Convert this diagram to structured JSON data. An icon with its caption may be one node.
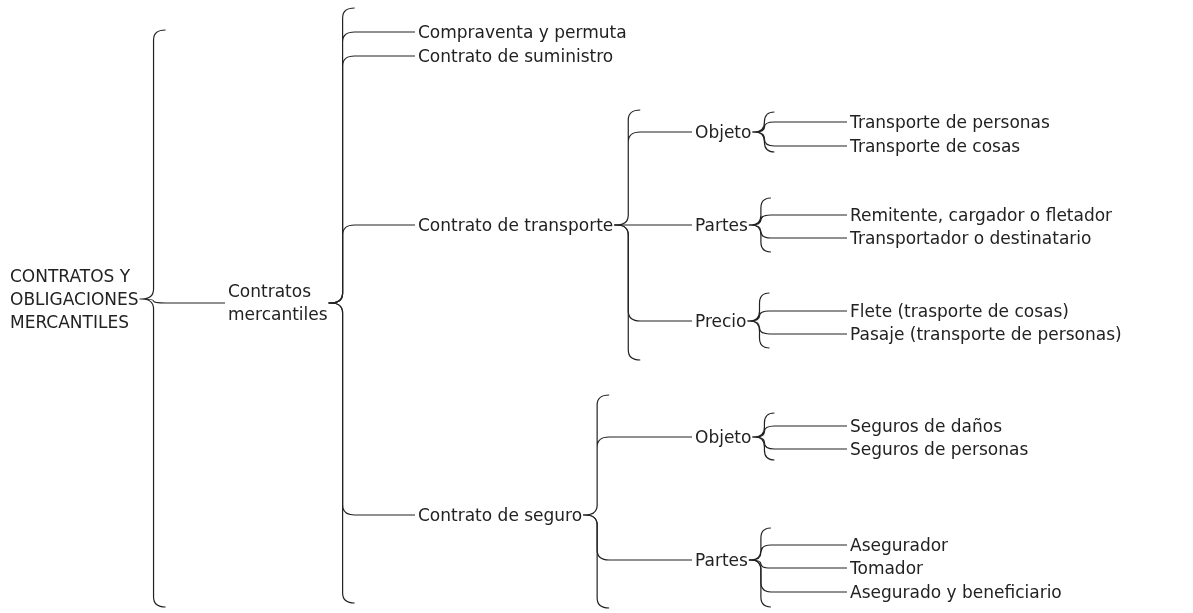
{
  "diagram": {
    "nodes": [
      {
        "text": [
          "CONTRATOS Y OBLIGACIONES MERCANTILES"
        ]
      },
      {
        "text": [
          "Contratos mercantiles"
        ]
      },
      {
        "text": [
          "Compraventa y permuta"
        ]
      },
      {
        "text": [
          "Contrato de suministro"
        ]
      },
      {
        "text": [
          "Contrato de transporte"
        ]
      },
      {
        "text": [
          "Objeto"
        ]
      },
      {
        "text": [
          "Transporte de personas"
        ]
      },
      {
        "text": [
          "Transporte de cosas"
        ]
      },
      {
        "text": [
          "Partes"
        ]
      },
      {
        "text": [
          "Remitente, cargador o fletador"
        ]
      },
      {
        "text": [
          "Transportador o destinatario"
        ]
      },
      {
        "text": [
          "Precio"
        ]
      },
      {
        "text": [
          "Flete (trasporte de cosas)"
        ]
      },
      {
        "text": [
          "Pasaje (transporte de personas)"
        ]
      },
      {
        "text": [
          "Contrato de seguro"
        ]
      },
      {
        "text": [
          "Objeto"
        ]
      },
      {
        "text": [
          "Seguros de daños"
        ]
      },
      {
        "text": [
          "Seguros de personas"
        ]
      },
      {
        "text": [
          "Partes"
        ]
      },
      {
        "text": [
          "Asegurador"
        ]
      },
      {
        "text": [
          "Tomador"
        ]
      },
      {
        "text": [
          "Asegurado y beneficiario"
        ]
      }
    ],
    "edges": [
      {
        "from": 0,
        "to": 1,
        "arrow": "none"
      },
      {
        "from": 1,
        "to": 2,
        "arrow": "none"
      },
      {
        "from": 1,
        "to": 3,
        "arrow": "none"
      },
      {
        "from": 1,
        "to": 4,
        "arrow": "none"
      },
      {
        "from": 1,
        "to": 14,
        "arrow": "none"
      },
      {
        "from": 4,
        "to": 5,
        "arrow": "none"
      },
      {
        "from": 4,
        "to": 8,
        "arrow": "none"
      },
      {
        "from": 4,
        "to": 11,
        "arrow": "none"
      },
      {
        "from": 5,
        "to": 6,
        "arrow": "none"
      },
      {
        "from": 5,
        "to": 7,
        "arrow": "none"
      },
      {
        "from": 8,
        "to": 9,
        "arrow": "none"
      },
      {
        "from": 8,
        "to": 10,
        "arrow": "none"
      },
      {
        "from": 11,
        "to": 12,
        "arrow": "none"
      },
      {
        "from": 11,
        "to": 13,
        "arrow": "none"
      },
      {
        "from": 14,
        "to": 15,
        "arrow": "none"
      },
      {
        "from": 14,
        "to": 18,
        "arrow": "none"
      },
      {
        "from": 15,
        "to": 16,
        "arrow": "none"
      },
      {
        "from": 15,
        "to": 17,
        "arrow": "none"
      },
      {
        "from": 18,
        "to": 19,
        "arrow": "none"
      },
      {
        "from": 18,
        "to": 20,
        "arrow": "none"
      },
      {
        "from": 18,
        "to": 21,
        "arrow": "none"
      }
    ]
  }
}
